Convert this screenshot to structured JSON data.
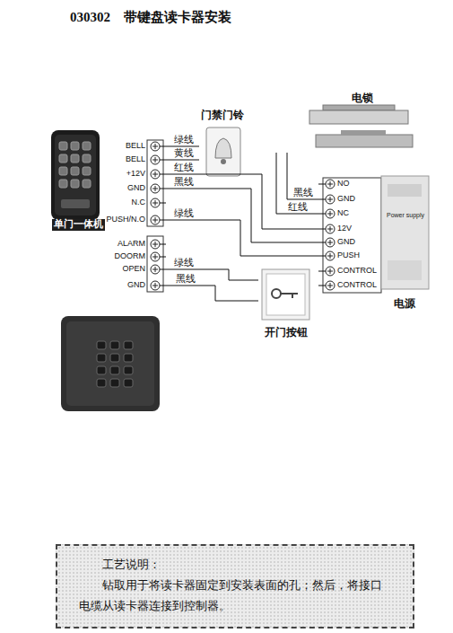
{
  "diagram": {
    "title": "030302　带键盘读卡器安装",
    "nodes": [
      {
        "text": [
          "单门一体机"
        ]
      },
      {
        "text": [
          "门禁门铃"
        ]
      },
      {
        "text": [
          "电锁"
        ]
      },
      {
        "text": [
          "电源",
          "Power supply"
        ]
      },
      {
        "text": [
          "开门按钮"
        ]
      },
      {
        "text": [
          "工艺说明：",
          "钻取用于将读卡器固定到安装表面的孔；然后，将接口电缆从读卡器连接到控制器。"
        ]
      }
    ],
    "edges": [
      {
        "from": 0,
        "to": 1,
        "label": "绿线",
        "arrow": "none"
      },
      {
        "from": 0,
        "to": 1,
        "label": "黄线",
        "arrow": "none"
      },
      {
        "from": 0,
        "to": 3,
        "label": "红线",
        "arrow": "none"
      },
      {
        "from": 0,
        "to": 3,
        "label": "黑线",
        "arrow": "none"
      },
      {
        "from": 0,
        "to": 3,
        "label": "绿线",
        "arrow": "none"
      },
      {
        "from": 0,
        "to": 4,
        "label": "绿线",
        "arrow": "none"
      },
      {
        "from": 0,
        "to": 4,
        "label": "黑线",
        "arrow": "none"
      },
      {
        "from": 2,
        "to": 3,
        "label": "黑线",
        "arrow": "none"
      },
      {
        "from": 2,
        "to": 3,
        "label": "红线",
        "arrow": "none"
      }
    ],
    "labels": [
      "BELL",
      "BELL",
      "+12V",
      "GND",
      "N.C",
      "PUSH/N.O",
      "ALARM",
      "DOORM",
      "OPEN",
      "GND",
      "NO",
      "GND",
      "NC",
      "12V",
      "GND",
      "PUSH",
      "CONTROL",
      "CONTROL"
    ]
  }
}
